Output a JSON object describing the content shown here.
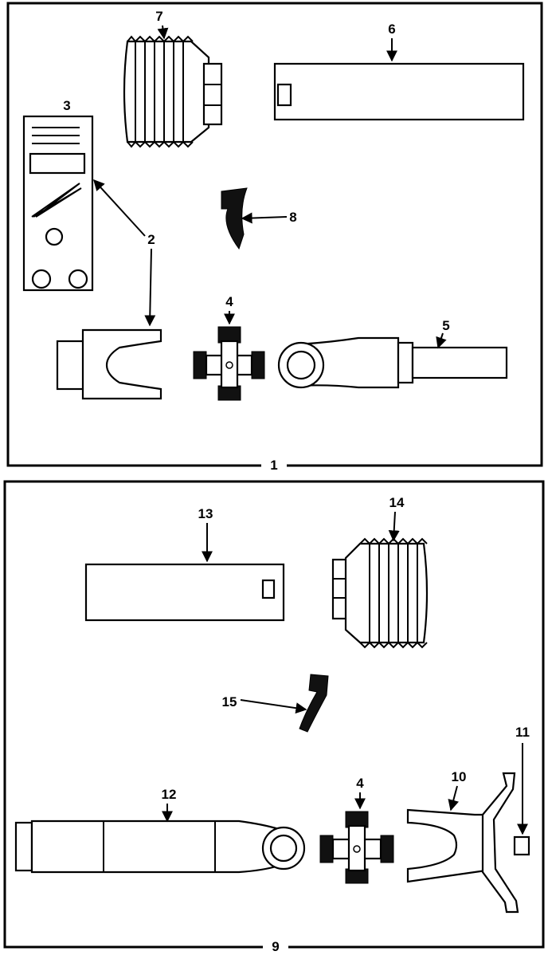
{
  "panels": [
    {
      "id": "top",
      "label": "1"
    },
    {
      "id": "bottom",
      "label": "9"
    }
  ],
  "callouts": {
    "c2": "2",
    "c3": "3",
    "c4a": "4",
    "c5": "5",
    "c6": "6",
    "c7": "7",
    "c8": "8",
    "c10": "10",
    "c11": "11",
    "c12": "12",
    "c13": "13",
    "c14": "14",
    "c15": "15",
    "c4b": "4"
  }
}
